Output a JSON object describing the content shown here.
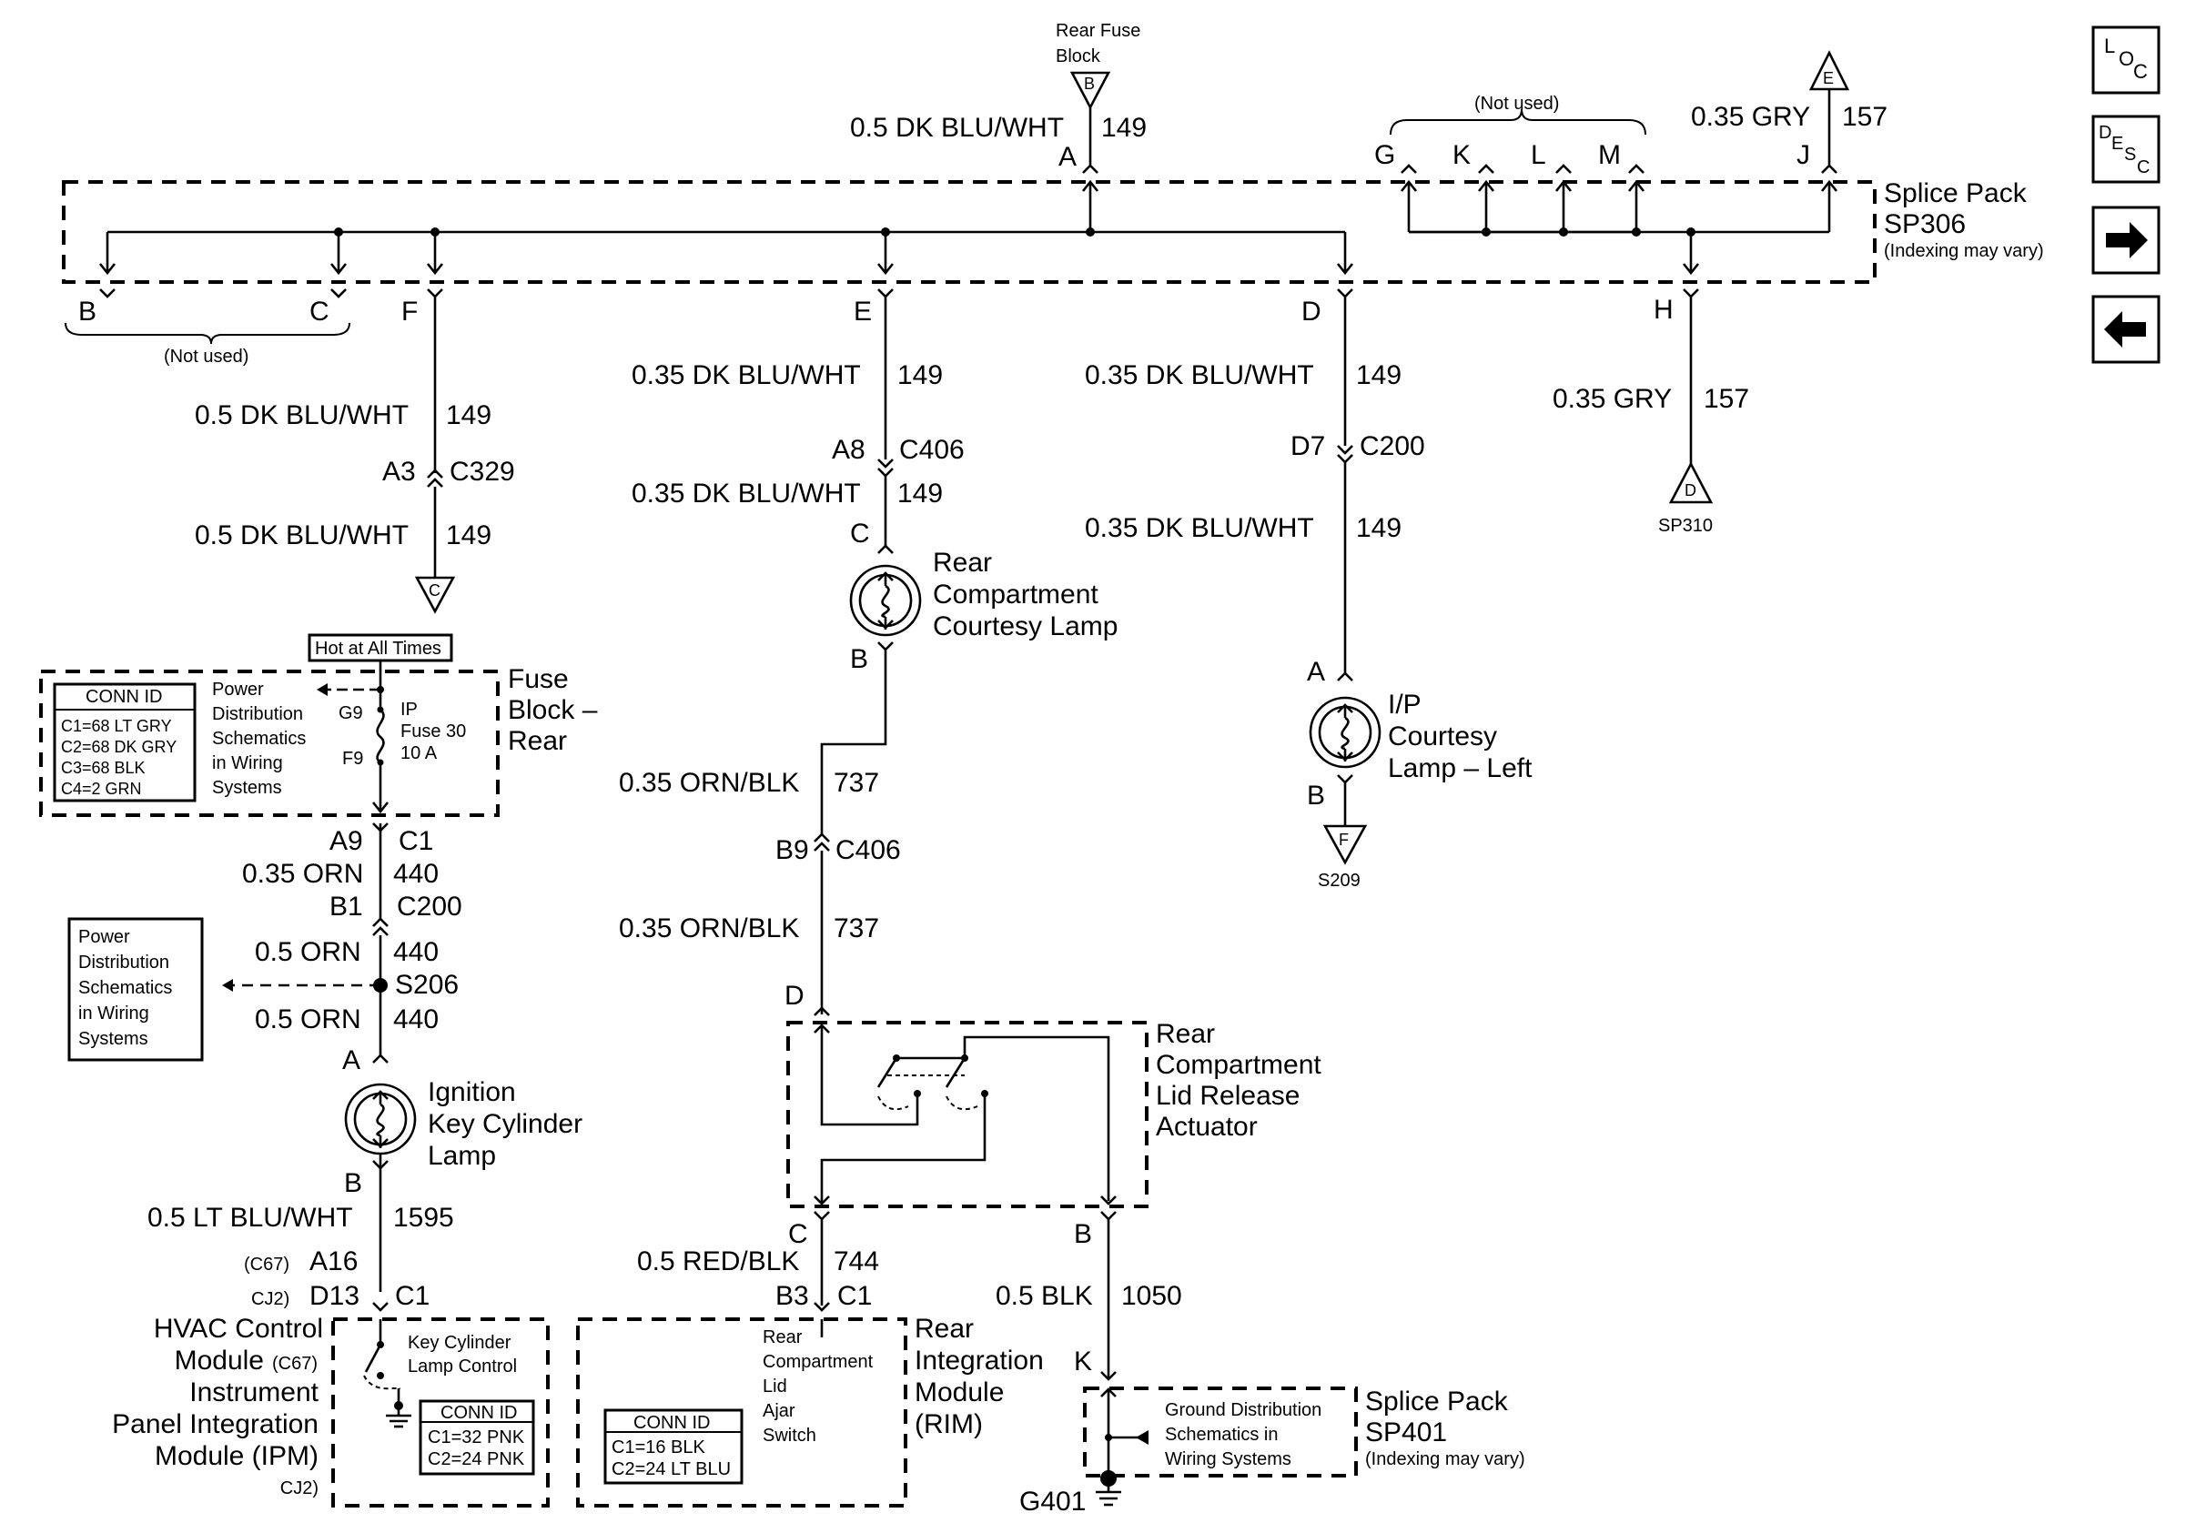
{
  "top": {
    "rear_fuse_block_1": "Rear Fuse",
    "rear_fuse_block_2": "Block",
    "rear_fuse_block_ref": "B",
    "wire_149_label": "0.5 DK BLU/WHT",
    "wire_149_num": "149",
    "pin_a": "A",
    "not_used_top": "(Not used)",
    "pin_g": "G",
    "pin_k": "K",
    "pin_l": "L",
    "pin_m": "M",
    "pin_j": "J",
    "gry_label": "0.35 GRY",
    "gry_num": "157",
    "e_ref": "E"
  },
  "splice_sp306": {
    "title_1": "Splice Pack",
    "title_2": "SP306",
    "note": "(Indexing may vary)",
    "pin_b": "B",
    "pin_c": "C",
    "pin_f": "F",
    "pin_e": "E",
    "pin_d": "D",
    "pin_h": "H",
    "not_used_bottom": "(Not used)"
  },
  "left_branch": {
    "w1_label": "0.5 DK BLU/WHT",
    "w1_num": "149",
    "conn_pin": "A3",
    "conn_name": "C329",
    "w2_label": "0.5 DK BLU/WHT",
    "w2_num": "149",
    "c_ref": "C"
  },
  "fuse_block_rear": {
    "hot_label": "Hot at All Times",
    "conn_id_title": "CONN ID",
    "conn_ids": [
      "C1=68 LT GRY",
      "C2=68 DK GRY",
      "C3=68 BLK",
      "C4=2 GRN"
    ],
    "power_dist": [
      "Power",
      "Distribution",
      "Schematics",
      "in Wiring",
      "Systems"
    ],
    "pin_g9": "G9",
    "pin_f9": "F9",
    "fuse_1": "IP",
    "fuse_2": "Fuse 30",
    "fuse_3": "10 A",
    "title_1": "Fuse",
    "title_2": "Block –",
    "title_3": "Rear"
  },
  "ignition": {
    "a9": "A9",
    "c1": "C1",
    "w1_label": "0.35 ORN",
    "w1_num": "440",
    "b1": "B1",
    "c200": "C200",
    "w2_label": "0.5 ORN",
    "w2_num": "440",
    "splice": "S206",
    "w3_label": "0.5 ORN",
    "w3_num": "440",
    "power_dist": [
      "Power",
      "Distribution",
      "Schematics",
      "in Wiring",
      "Systems"
    ],
    "pin_a": "A",
    "lamp_1": "Ignition",
    "lamp_2": "Key Cylinder",
    "lamp_3": "Lamp",
    "pin_b": "B",
    "w4_label": "0.5 LT BLU/WHT",
    "w4_num": "1595",
    "c67": "(C67)",
    "a16": "A16",
    "cj2": "CJ2)",
    "d13": "D13",
    "c1b": "C1"
  },
  "hvac": {
    "lines": [
      "HVAC Control",
      "Module",
      "Instrument",
      "Panel Integration",
      "Module (IPM)"
    ],
    "c67_tag": "(C67)",
    "cj2_tag": "CJ2)",
    "switch_1": "Key Cylinder",
    "switch_2": "Lamp Control",
    "conn_id_title": "CONN ID",
    "conn_ids": [
      "C1=32 PNK",
      "C2=24 PNK"
    ]
  },
  "center": {
    "w1_label": "0.35 DK BLU/WHT",
    "w1_num": "149",
    "a8": "A8",
    "c406": "C406",
    "w2_label": "0.35 DK BLU/WHT",
    "w2_num": "149",
    "pin_c": "C",
    "lamp_1": "Rear",
    "lamp_2": "Compartment",
    "lamp_3": "Courtesy Lamp",
    "pin_b": "B",
    "w3_label": "0.35 ORN/BLK",
    "w3_num": "737",
    "b9": "B9",
    "c406b": "C406",
    "w4_label": "0.35 ORN/BLK",
    "w4_num": "737",
    "pin_d": "D"
  },
  "actuator": {
    "title": [
      "Rear",
      "Compartment",
      "Lid Release",
      "Actuator"
    ],
    "pin_c": "C",
    "pin_b": "B",
    "w1_label": "0.5 RED/BLK",
    "w1_num": "744",
    "b3": "B3",
    "c1": "C1",
    "w2_label": "0.5 BLK",
    "w2_num": "1050",
    "pin_k": "K"
  },
  "rim": {
    "switch": [
      "Rear",
      "Compartment",
      "Lid",
      "Ajar",
      "Switch"
    ],
    "conn_id_title": "CONN ID",
    "conn_ids": [
      "C1=16 BLK",
      "C2=24 LT BLU"
    ],
    "title": [
      "Rear",
      "Integration",
      "Module",
      "(RIM)"
    ]
  },
  "sp401": {
    "ground_dist": [
      "Ground Distribution",
      "Schematics in",
      "Wiring Systems"
    ],
    "title_1": "Splice Pack",
    "title_2": "SP401",
    "note": "(Indexing may vary)",
    "ground": "G401"
  },
  "right_d": {
    "w1_label": "0.35 DK BLU/WHT",
    "w1_num": "149",
    "d7": "D7",
    "c200": "C200",
    "w2_label": "0.35 DK BLU/WHT",
    "w2_num": "149",
    "pin_a": "A",
    "lamp_1": "I/P",
    "lamp_2": "Courtesy",
    "lamp_3": "Lamp – Left",
    "pin_b": "B",
    "f_ref": "F",
    "splice": "S209"
  },
  "right_h": {
    "w_label": "0.35 GRY",
    "w_num": "157",
    "d_ref": "D",
    "splice": "SP310"
  },
  "nav": {
    "loc": [
      "L",
      "O",
      "C"
    ],
    "desc": [
      "D",
      "E",
      "S",
      "C"
    ],
    "next_icon": "arrow-right-icon",
    "prev_icon": "arrow-left-icon"
  }
}
